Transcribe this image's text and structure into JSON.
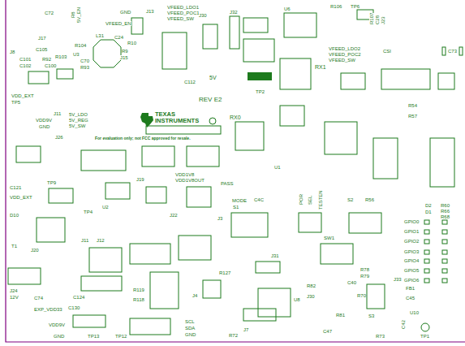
{
  "diagram": {
    "labels": [
      "C72",
      "R8",
      "5V_EN",
      "GND",
      "J13",
      "VFEED_EN",
      "C24",
      "R10",
      "R9",
      "J15",
      "VFEED_LDO1",
      "VFEED_POC1",
      "VFEED_SW",
      "J30",
      "J32",
      "U6",
      "R106",
      "TP6",
      "R107",
      "C28",
      "J23",
      "J17",
      "J8",
      "C105",
      "R104",
      "R103",
      "L31",
      "U3",
      "C101",
      "C102",
      "R92",
      "C100",
      "C70",
      "R93",
      "VDD_EXT",
      "TP5",
      "C112",
      "5V",
      "REV E2",
      "TEXAS",
      "INSTRUMENTS",
      "TP2",
      "RX1",
      "VFEED_LDO2",
      "VFEED_POC2",
      "VFEED_SW",
      "CSI",
      "C73",
      "R54",
      "R57",
      "VDD9V",
      "GND",
      "J11",
      "5V_LDO",
      "5V_REG",
      "5V_SW",
      "J26",
      "For evaluation only; not FCC approved for resale.",
      "RX0",
      "PASS",
      "MODE",
      "S1",
      "POR",
      "SEL",
      "TESTEN",
      "S2",
      "R56",
      "SW1",
      "GPIO0",
      "GPIO1",
      "GPIO2",
      "GPIO3",
      "GPIO4",
      "GPIO5",
      "GPIO6",
      "D2",
      "D1",
      "R60",
      "R66",
      "R68",
      "J33",
      "FB1",
      "C45",
      "U10",
      "C42",
      "TP1",
      "R73",
      "U8",
      "J30",
      "R81",
      "C47",
      "S3",
      "R78",
      "R79",
      "R70",
      "C40",
      "J31",
      "R82",
      "R72",
      "J7",
      "SCL",
      "SDA",
      "GND",
      "J4",
      "R127",
      "VDD1V8",
      "VDD1V8OUT",
      "J20",
      "T1",
      "D10",
      "C121",
      "VDD_EXT",
      "TP9",
      "TP4",
      "J24",
      "12V",
      "C74",
      "EXP_VDD33",
      "VDD9V",
      "GND",
      "C124",
      "C130",
      "J11",
      "J12",
      "U2",
      "J19",
      "J22",
      "J3",
      "C4C",
      "U1",
      "R119",
      "R118",
      "TP13",
      "TP12"
    ]
  }
}
